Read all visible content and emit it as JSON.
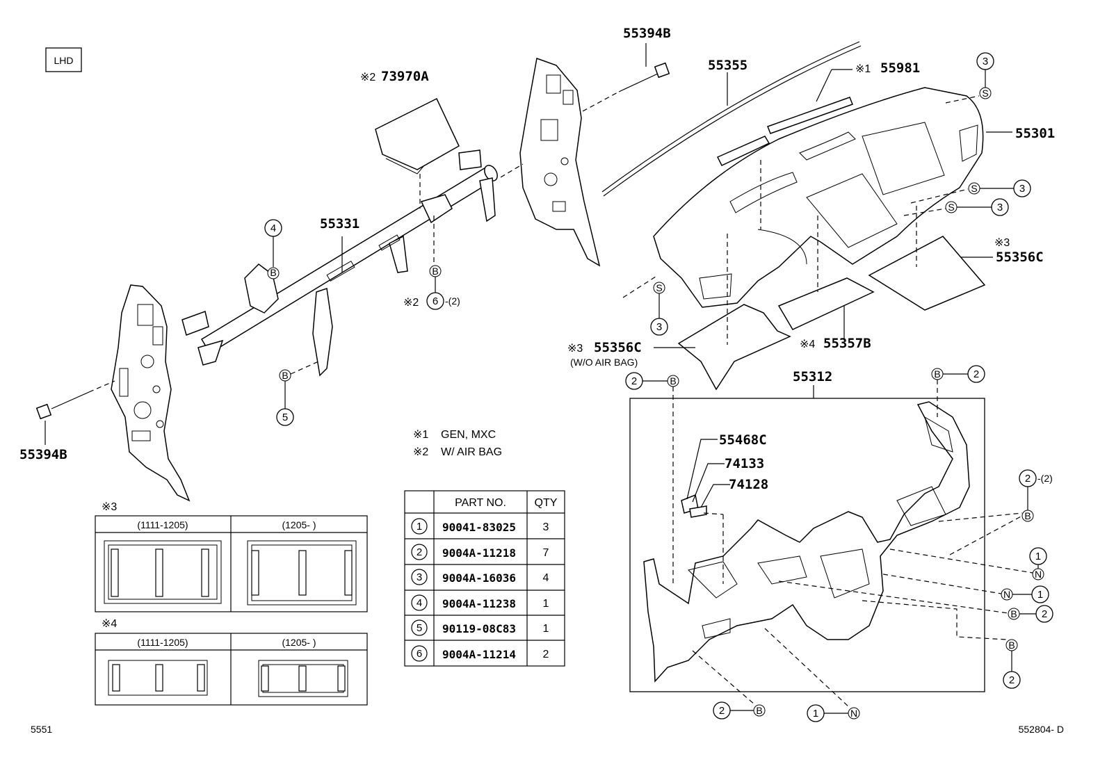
{
  "header": {
    "tag": "LHD"
  },
  "callouts": {
    "bolt_top": "55394B",
    "bolt_left": "55394B",
    "airbag": "73970A",
    "airbag_mark": "※2",
    "reinforcement": "55331",
    "defroster_panel": "55355",
    "nozzle": "55981",
    "nozzle_mark": "※1",
    "panel": "55301",
    "silencer_right": "55356C",
    "silencer_right_mark": "※3",
    "silencer_center": "55356C",
    "silencer_center_mark": "※3",
    "silencer_center_sub": "(W/O AIR BAG)",
    "silencer_small": "55357B",
    "silencer_small_mark": "※4",
    "lower_panel": "55312",
    "part_55468c": "55468C",
    "part_74133": "74133",
    "part_74128": "74128"
  },
  "notes": [
    {
      "mark": "※1",
      "text": "GEN, MXC"
    },
    {
      "mark": "※2",
      "text": "W/ AIR BAG"
    }
  ],
  "markers": {
    "circ_1": "1",
    "circ_2": "2",
    "circ_3": "3",
    "circ_4": "4",
    "circ_5": "5",
    "circ_6": "6",
    "letter_s": "S",
    "letter_b": "B",
    "letter_n": "N",
    "qty_suffix": "-(2)"
  },
  "parts_table": {
    "headers": [
      "",
      "PART NO.",
      "QTY"
    ],
    "rows": [
      {
        "ref": "1",
        "part_no": "90041-83025",
        "qty": "3"
      },
      {
        "ref": "2",
        "part_no": "9004A-11218",
        "qty": "7"
      },
      {
        "ref": "3",
        "part_no": "9004A-16036",
        "qty": "4"
      },
      {
        "ref": "4",
        "part_no": "9004A-11238",
        "qty": "1"
      },
      {
        "ref": "5",
        "part_no": "90119-08C83",
        "qty": "1"
      },
      {
        "ref": "6",
        "part_no": "9004A-11214",
        "qty": "2"
      }
    ]
  },
  "variant_tables": [
    {
      "mark": "※3",
      "columns": [
        "(1111-1205)",
        "(1205-    )"
      ]
    },
    {
      "mark": "※4",
      "columns": [
        "(1111-1205)",
        "(1205-    )"
      ]
    }
  ],
  "footer": {
    "left_code": "5551",
    "right_code": "552804- D"
  }
}
